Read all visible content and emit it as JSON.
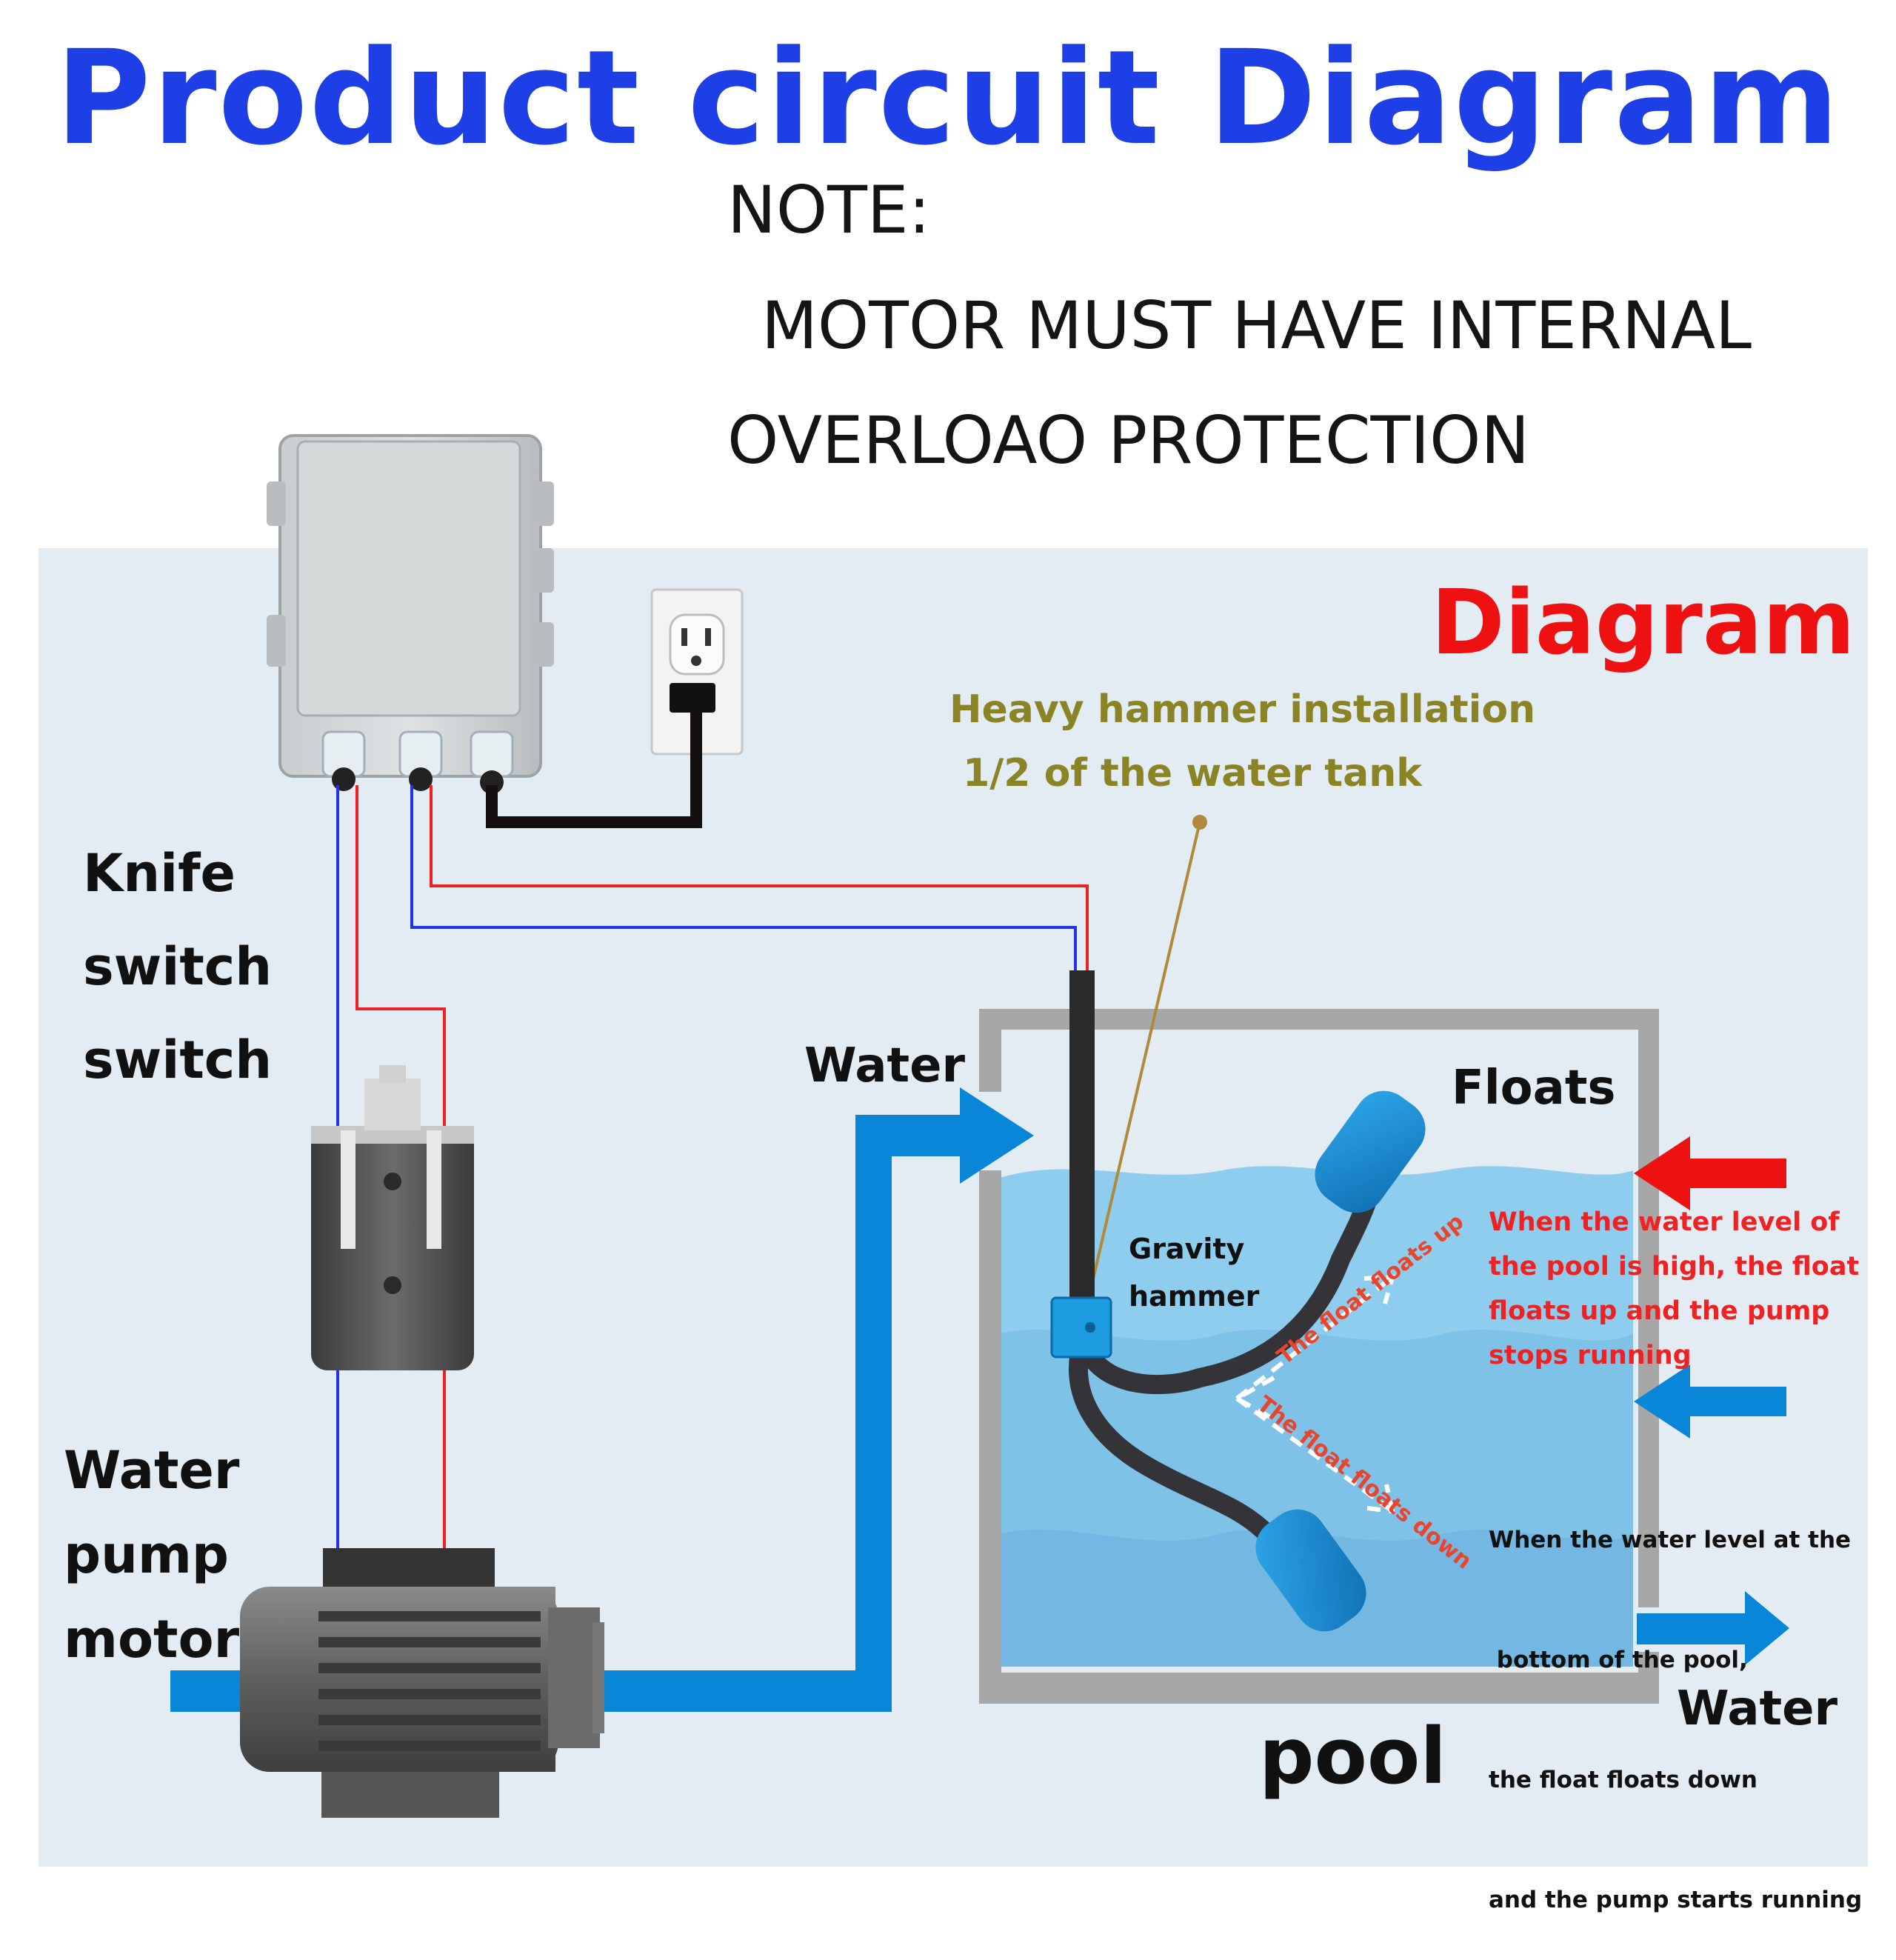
{
  "header": {
    "title": "Product circuit Diagram",
    "note_label": "NOTE:",
    "note_line1": " MOTOR MUST HAVE INTERNAL",
    "note_line2": "OVERLOAO PROTECTION"
  },
  "diagram": {
    "title": "Diagram",
    "hammer_note_line1": "Heavy hammer installation",
    "hammer_note_line2": " 1/2 of the water tank",
    "knife_switch_lines": [
      "Knife",
      "switch",
      "switch"
    ],
    "pump_motor_lines": [
      "Water",
      "pump",
      "motor"
    ],
    "water_in_label": "Water",
    "water_out_label": "Water",
    "floats_label": "Floats",
    "gravity_hammer_lines": [
      "Gravity",
      "hammer"
    ],
    "float_up_text": "The float floats up",
    "float_down_text": "The float floats down",
    "high_level_note": [
      "When the water level of",
      "the pool is high, the float",
      "floats up and the pump",
      "stops running"
    ],
    "low_level_note": [
      "When the water level at the",
      " bottom of the pool,",
      "the float floats down",
      "and the pump starts running"
    ],
    "pool_label": "pool"
  },
  "colors": {
    "title_blue": "#1f3fe6",
    "diagram_red": "#ee1111",
    "hammer_note_olive": "#8b8426",
    "wire_red": "#ee2222",
    "wire_blue": "#2233ee",
    "pipe_blue": "#0a86d8",
    "water_blue": "#8fcdee",
    "tank_gray": "#a7a7a7",
    "float_blue": "#1a8fd4"
  },
  "icons": [
    "control-box-icon",
    "wall-outlet-icon",
    "knife-switch-icon",
    "water-pump-motor-icon",
    "float-switch-icon",
    "gravity-hammer-icon"
  ]
}
